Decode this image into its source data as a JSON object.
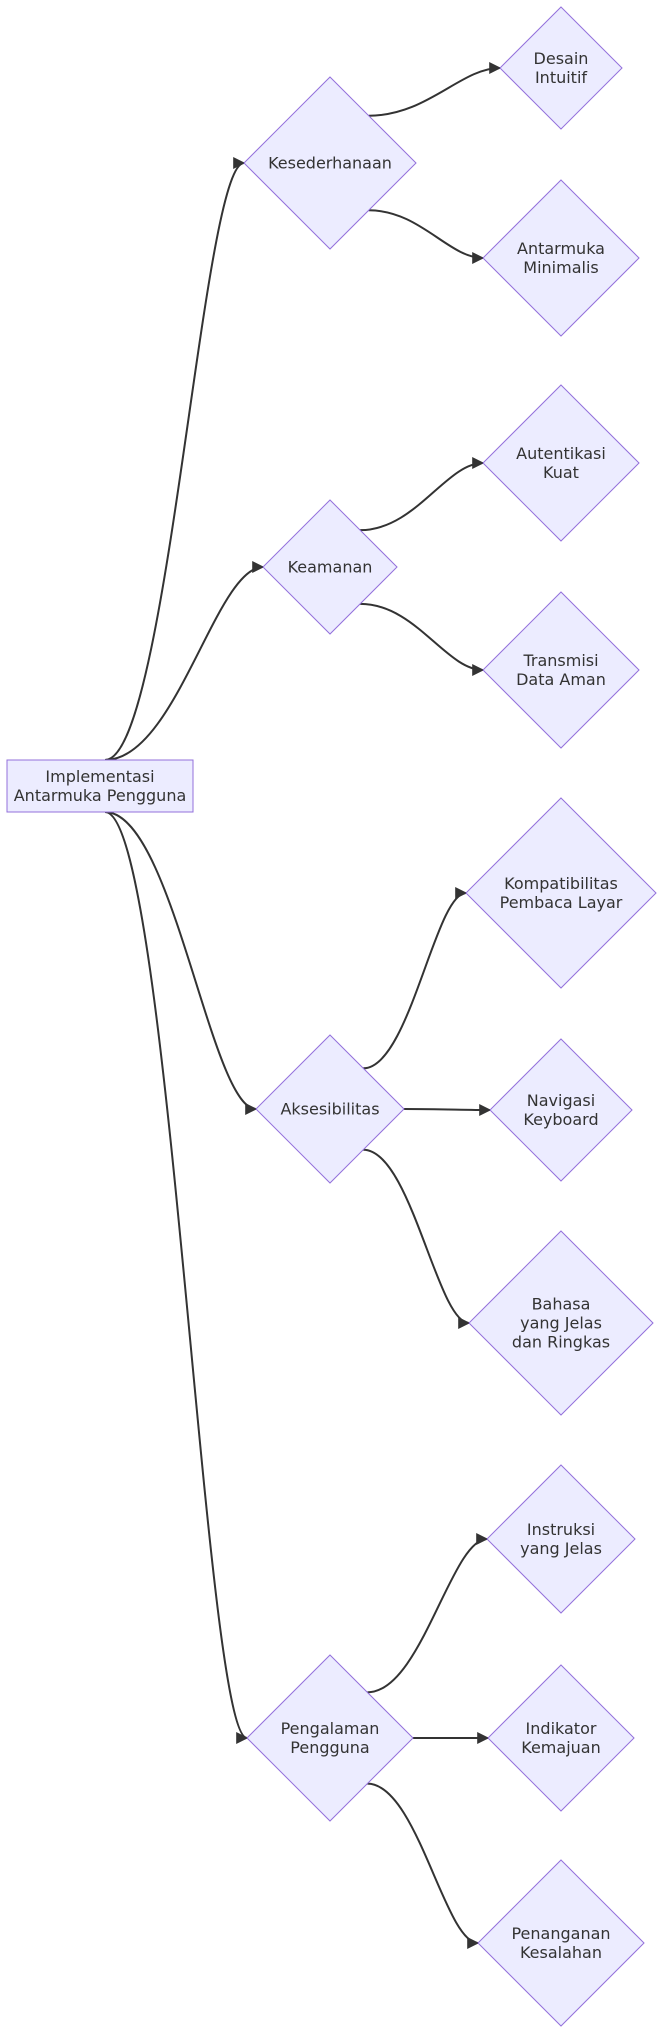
{
  "diagram": {
    "type": "flowchart",
    "direction": "left-to-right",
    "colors": {
      "node_fill": "#ECECFF",
      "node_stroke": "#9370DB",
      "edge": "#333333",
      "text": "#333333",
      "background": "#FFFFFF"
    },
    "root": {
      "id": "root",
      "shape": "rectangle",
      "lines": [
        "Implementasi",
        "Antarmuka Pengguna"
      ]
    },
    "categories": [
      {
        "id": "kesederhanaan",
        "shape": "diamond",
        "lines": [
          "Kesederhanaan"
        ],
        "children": [
          {
            "id": "desain-intuitif",
            "shape": "diamond",
            "lines": [
              "Desain",
              "Intuitif"
            ]
          },
          {
            "id": "antarmuka-minimalis",
            "shape": "diamond",
            "lines": [
              "Antarmuka",
              "Minimalis"
            ]
          }
        ]
      },
      {
        "id": "keamanan",
        "shape": "diamond",
        "lines": [
          "Keamanan"
        ],
        "children": [
          {
            "id": "autentikasi-kuat",
            "shape": "diamond",
            "lines": [
              "Autentikasi",
              "Kuat"
            ]
          },
          {
            "id": "transmisi-data-aman",
            "shape": "diamond",
            "lines": [
              "Transmisi",
              "Data Aman"
            ]
          }
        ]
      },
      {
        "id": "aksesibilitas",
        "shape": "diamond",
        "lines": [
          "Aksesibilitas"
        ],
        "children": [
          {
            "id": "kompatibilitas-pembaca-layar",
            "shape": "diamond",
            "lines": [
              "Kompatibilitas",
              "Pembaca Layar"
            ]
          },
          {
            "id": "navigasi-keyboard",
            "shape": "diamond",
            "lines": [
              "Navigasi",
              "Keyboard"
            ]
          },
          {
            "id": "bahasa-jelas-ringkas",
            "shape": "diamond",
            "lines": [
              "Bahasa",
              "yang Jelas",
              "dan Ringkas"
            ]
          }
        ]
      },
      {
        "id": "pengalaman-pengguna",
        "shape": "diamond",
        "lines": [
          "Pengalaman",
          "Pengguna"
        ],
        "children": [
          {
            "id": "instruksi-jelas",
            "shape": "diamond",
            "lines": [
              "Instruksi",
              "yang Jelas"
            ]
          },
          {
            "id": "indikator-kemajuan",
            "shape": "diamond",
            "lines": [
              "Indikator",
              "Kemajuan"
            ]
          },
          {
            "id": "penanganan-kesalahan",
            "shape": "diamond",
            "lines": [
              "Penanganan",
              "Kesalahan"
            ]
          }
        ]
      }
    ]
  }
}
